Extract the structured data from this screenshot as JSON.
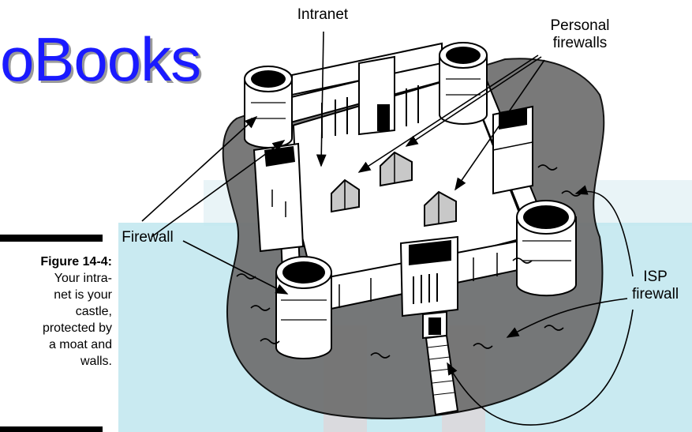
{
  "watermark": {
    "logo_text": "oBooks"
  },
  "caption": {
    "figure_label": "Figure 14-4:",
    "lines": [
      "Your intra-",
      "net is your",
      "castle,",
      "protected by",
      "a moat and",
      "walls."
    ]
  },
  "labels": {
    "intranet": "Intranet",
    "personal_firewalls_line1": "Personal",
    "personal_firewalls_line2": "firewalls",
    "firewall": "Firewall",
    "isp_line1": "ISP",
    "isp_line2": "firewall"
  },
  "colors": {
    "moat": "#6e6e6e",
    "stone": "#ffffff",
    "outline": "#000000",
    "house": "#c8c8c8",
    "watermark_band": "#bfe6ee",
    "logo": "#1a1aff"
  }
}
